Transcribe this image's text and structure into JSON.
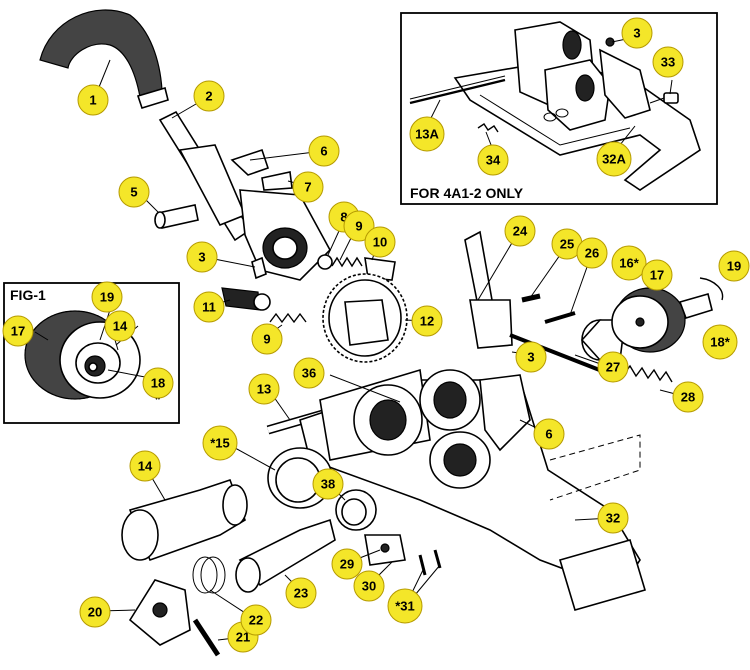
{
  "diagram": {
    "colors": {
      "callout_fill": "#f4e629",
      "callout_stroke": "#b59a00",
      "ink": "#000000"
    },
    "inset_top": {
      "caption": "FOR 4A1-2 ONLY"
    },
    "inset_left": {
      "caption": "FIG-1"
    },
    "callouts": [
      {
        "id": "c1",
        "label": "1"
      },
      {
        "id": "c2",
        "label": "2"
      },
      {
        "id": "c3a",
        "label": "3"
      },
      {
        "id": "c3b",
        "label": "3"
      },
      {
        "id": "c3c",
        "label": "3"
      },
      {
        "id": "c5",
        "label": "5"
      },
      {
        "id": "c6a",
        "label": "6"
      },
      {
        "id": "c6b",
        "label": "6"
      },
      {
        "id": "c7",
        "label": "7"
      },
      {
        "id": "c8",
        "label": "8"
      },
      {
        "id": "c9a",
        "label": "9"
      },
      {
        "id": "c9b",
        "label": "9"
      },
      {
        "id": "c10",
        "label": "10"
      },
      {
        "id": "c11",
        "label": "11"
      },
      {
        "id": "c12",
        "label": "12"
      },
      {
        "id": "c13",
        "label": "13"
      },
      {
        "id": "c13a",
        "label": "13A"
      },
      {
        "id": "c14a",
        "label": "14"
      },
      {
        "id": "c14b",
        "label": "14"
      },
      {
        "id": "c15",
        "label": "*15"
      },
      {
        "id": "c16",
        "label": "16*"
      },
      {
        "id": "c17a",
        "label": "17"
      },
      {
        "id": "c17b",
        "label": "17"
      },
      {
        "id": "c18a",
        "label": "18*"
      },
      {
        "id": "c18b",
        "label": "18"
      },
      {
        "id": "c19a",
        "label": "19"
      },
      {
        "id": "c19b",
        "label": "19"
      },
      {
        "id": "c20",
        "label": "20"
      },
      {
        "id": "c21",
        "label": "21"
      },
      {
        "id": "c22",
        "label": "22"
      },
      {
        "id": "c23",
        "label": "23"
      },
      {
        "id": "c24",
        "label": "24"
      },
      {
        "id": "c25",
        "label": "25"
      },
      {
        "id": "c26",
        "label": "26"
      },
      {
        "id": "c27",
        "label": "27"
      },
      {
        "id": "c28",
        "label": "28"
      },
      {
        "id": "c29",
        "label": "29"
      },
      {
        "id": "c30",
        "label": "30"
      },
      {
        "id": "c31",
        "label": "*31"
      },
      {
        "id": "c32",
        "label": "32"
      },
      {
        "id": "c32a",
        "label": "32A"
      },
      {
        "id": "c33",
        "label": "33"
      },
      {
        "id": "c34",
        "label": "34"
      },
      {
        "id": "c36",
        "label": "36"
      },
      {
        "id": "c38",
        "label": "38"
      }
    ],
    "fig1_star": "*"
  }
}
